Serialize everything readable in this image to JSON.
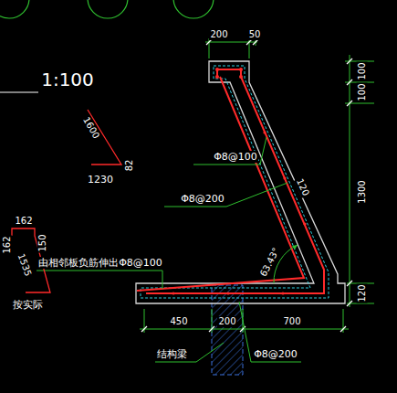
{
  "diagram": {
    "labels": [
      "200",
      "50",
      "100",
      "100",
      "1300",
      "120",
      "1:100",
      "1600",
      "82",
      "1230",
      "Φ8@100",
      "Φ8@200",
      "120",
      "63.43°",
      "162",
      "162",
      "150",
      "1535",
      "按实际",
      "由相邻板负筋伸出Φ8@100",
      "450",
      "200",
      "700",
      "结构梁",
      "Φ8@200"
    ]
  }
}
